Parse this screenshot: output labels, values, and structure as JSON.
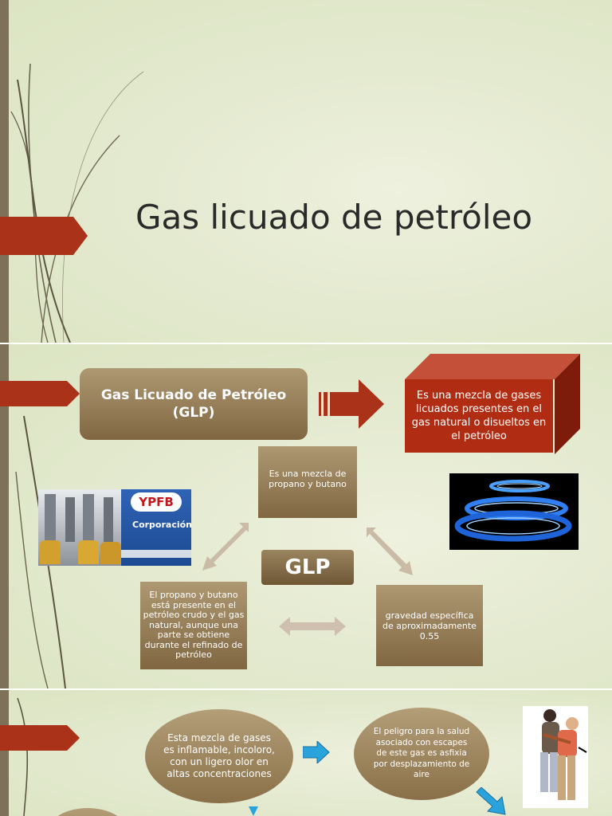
{
  "slide1": {
    "title": "Gas licuado de petróleo"
  },
  "slide2": {
    "glp_title": "Gas Licuado de Petróleo (GLP)",
    "red_box_text": "Es una mezcla de gases licuados presentes en el gas natural o disueltos en el petróleo",
    "propane_text": "Es una mezcla de propano y butano",
    "badge": "GLP",
    "left_text": "El propano y butano está presente en el petróleo crudo y el gas natural, aunque una parte se obtiene durante el refinado de petróleo",
    "right_text": "gravedad específica de aproximadamente 0.55",
    "ypfb_logo": "YPFB",
    "ypfb_sub": "Corporación"
  },
  "slide3": {
    "oval1_text": "Esta mezcla de gases es inflamable, incoloro, con un ligero olor en altas concentraciones",
    "oval2_text": "El peligro para la salud asociado con escapes de este gas es asfixia por desplazamiento de aire"
  },
  "colors": {
    "accent_red": "#a93219",
    "box_brown": "#8a7048",
    "arrow_blue": "#2aa3dd",
    "bg": "#e4ead0"
  },
  "icons": [
    "right-arrow-icon",
    "double-arrow-icon",
    "blue-arrow-icon",
    "gas-flame-image",
    "ypfb-cylinders-image",
    "heimlich-figure-image"
  ]
}
